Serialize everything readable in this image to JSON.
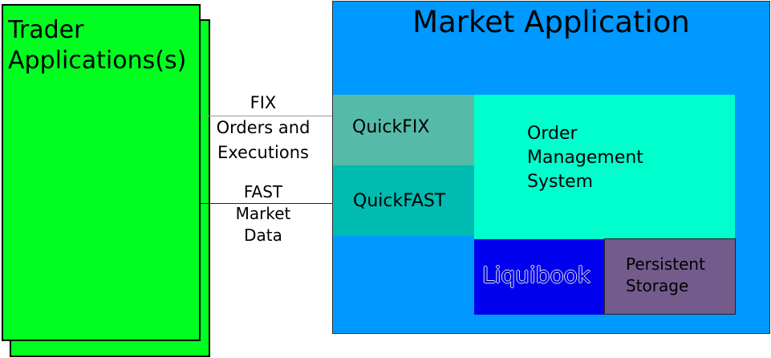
{
  "trader": {
    "title": "Trader\nApplications(s)"
  },
  "market": {
    "title": "Market Application",
    "quickfix": "QuickFIX",
    "quickfast": "QuickFAST",
    "oms": "Order\nManagement\nSystem",
    "liquibook": "Liquibook",
    "storage": "Persistent\nStorage"
  },
  "connections": {
    "fix": "FIX\nOrders and\nExecutions",
    "fast": "FAST\nMarket\nData"
  },
  "colors": {
    "trader": "#00ff21",
    "market": "#0099ff",
    "quickfix": "#55bba8",
    "quickfast": "#00bbb2",
    "oms": "#00ffcc",
    "liquibook": "#0000ee",
    "storage": "#735c8c"
  }
}
